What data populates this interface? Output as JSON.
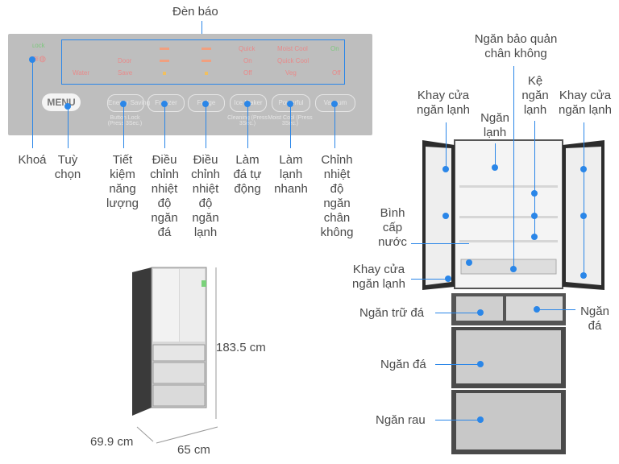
{
  "panel": {
    "title": "Đèn báo",
    "lock_icon_text": "ʟock",
    "indicator_rows": [
      [
        "Door",
        "On",
        "Quick",
        "Moist Cool",
        "On"
      ],
      [
        "Water",
        "Save",
        "Off",
        "Quick Cool",
        "Off"
      ],
      [
        "Veg",
        "Off"
      ]
    ],
    "menu_label": "MENU",
    "buttons": [
      {
        "label": "Energy Saving",
        "sub": "Button Lock (Press 3Sec.)"
      },
      {
        "label": "Freezer",
        "sub": ""
      },
      {
        "label": "Fridge",
        "sub": ""
      },
      {
        "label": "Ice Maker",
        "sub": "Cleaning (Press 3Sec.)"
      },
      {
        "label": "Powerful",
        "sub": "Moist Cool (Press 3Sec.)"
      },
      {
        "label": "Vacuum",
        "sub": ""
      }
    ],
    "callouts": [
      "Khoá",
      "Tuỳ chọn",
      "Tiết kiệm năng lượng",
      "Điều chỉnh nhiệt độ ngăn đá",
      "Điều chỉnh nhiệt độ ngăn lạnh",
      "Làm đá tự động",
      "Làm lạnh nhanh",
      "Chỉnh nhiệt độ ngăn chân không"
    ]
  },
  "dimensions": {
    "height": "183.5 cm",
    "depth": "69.9 cm",
    "width": "65 cm"
  },
  "fridge_labels": {
    "vacuum": "Ngăn bảo quản chân không",
    "door_tray_left": "Khay cửa ngăn lạnh",
    "fridge_compartment": "Ngăn lạnh",
    "fridge_shelf": "Kệ ngăn lạnh",
    "door_tray_right": "Khay cửa ngăn lạnh",
    "water_tank": "Bình cấp nước",
    "door_tray_bottom": "Khay cửa ngăn lạnh",
    "ice_storage": "Ngăn trữ đá",
    "freezer_small": "Ngăn đá",
    "freezer": "Ngăn đá",
    "vegetable": "Ngăn rau"
  },
  "colors": {
    "accent": "#2a86e8",
    "panel": "#bebebe"
  }
}
